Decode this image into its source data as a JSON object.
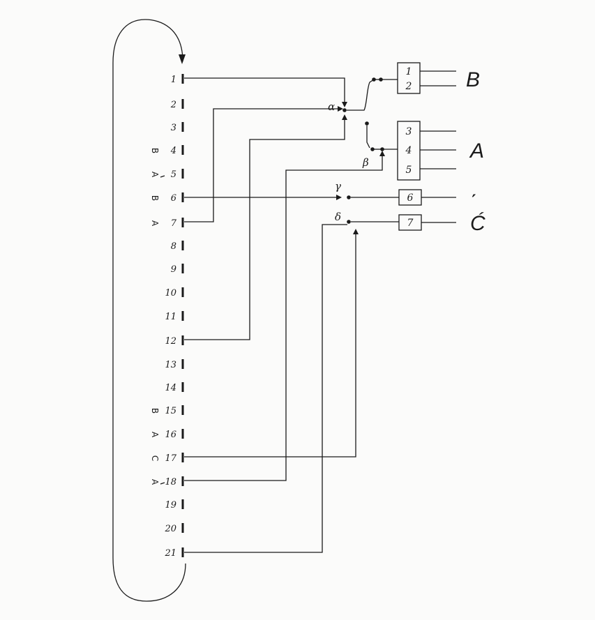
{
  "strip": {
    "positions": [
      "1",
      "2",
      "3",
      "4",
      "5",
      "6",
      "7",
      "8",
      "9",
      "10",
      "11",
      "12",
      "13",
      "14",
      "15",
      "16",
      "17",
      "18",
      "19",
      "20",
      "21"
    ]
  },
  "side_marks": [
    {
      "text": "B",
      "row": 4
    },
    {
      "text": "A",
      "row": 5
    },
    {
      "text": "B",
      "row": 6
    },
    {
      "text": "A",
      "row": 7
    },
    {
      "text": "B",
      "row": 15
    },
    {
      "text": "A",
      "row": 16
    },
    {
      "text": "C",
      "row": 17
    },
    {
      "text": "A",
      "row": 18
    }
  ],
  "junctions": {
    "alpha": "α",
    "beta": "β",
    "gamma": "γ",
    "delta": "δ"
  },
  "boxes": [
    "1",
    "2",
    "3",
    "4",
    "5",
    "6",
    "7"
  ],
  "outputs": {
    "B": "B",
    "A": "A",
    "prime_mark": "ˊ",
    "C": "Ć"
  }
}
